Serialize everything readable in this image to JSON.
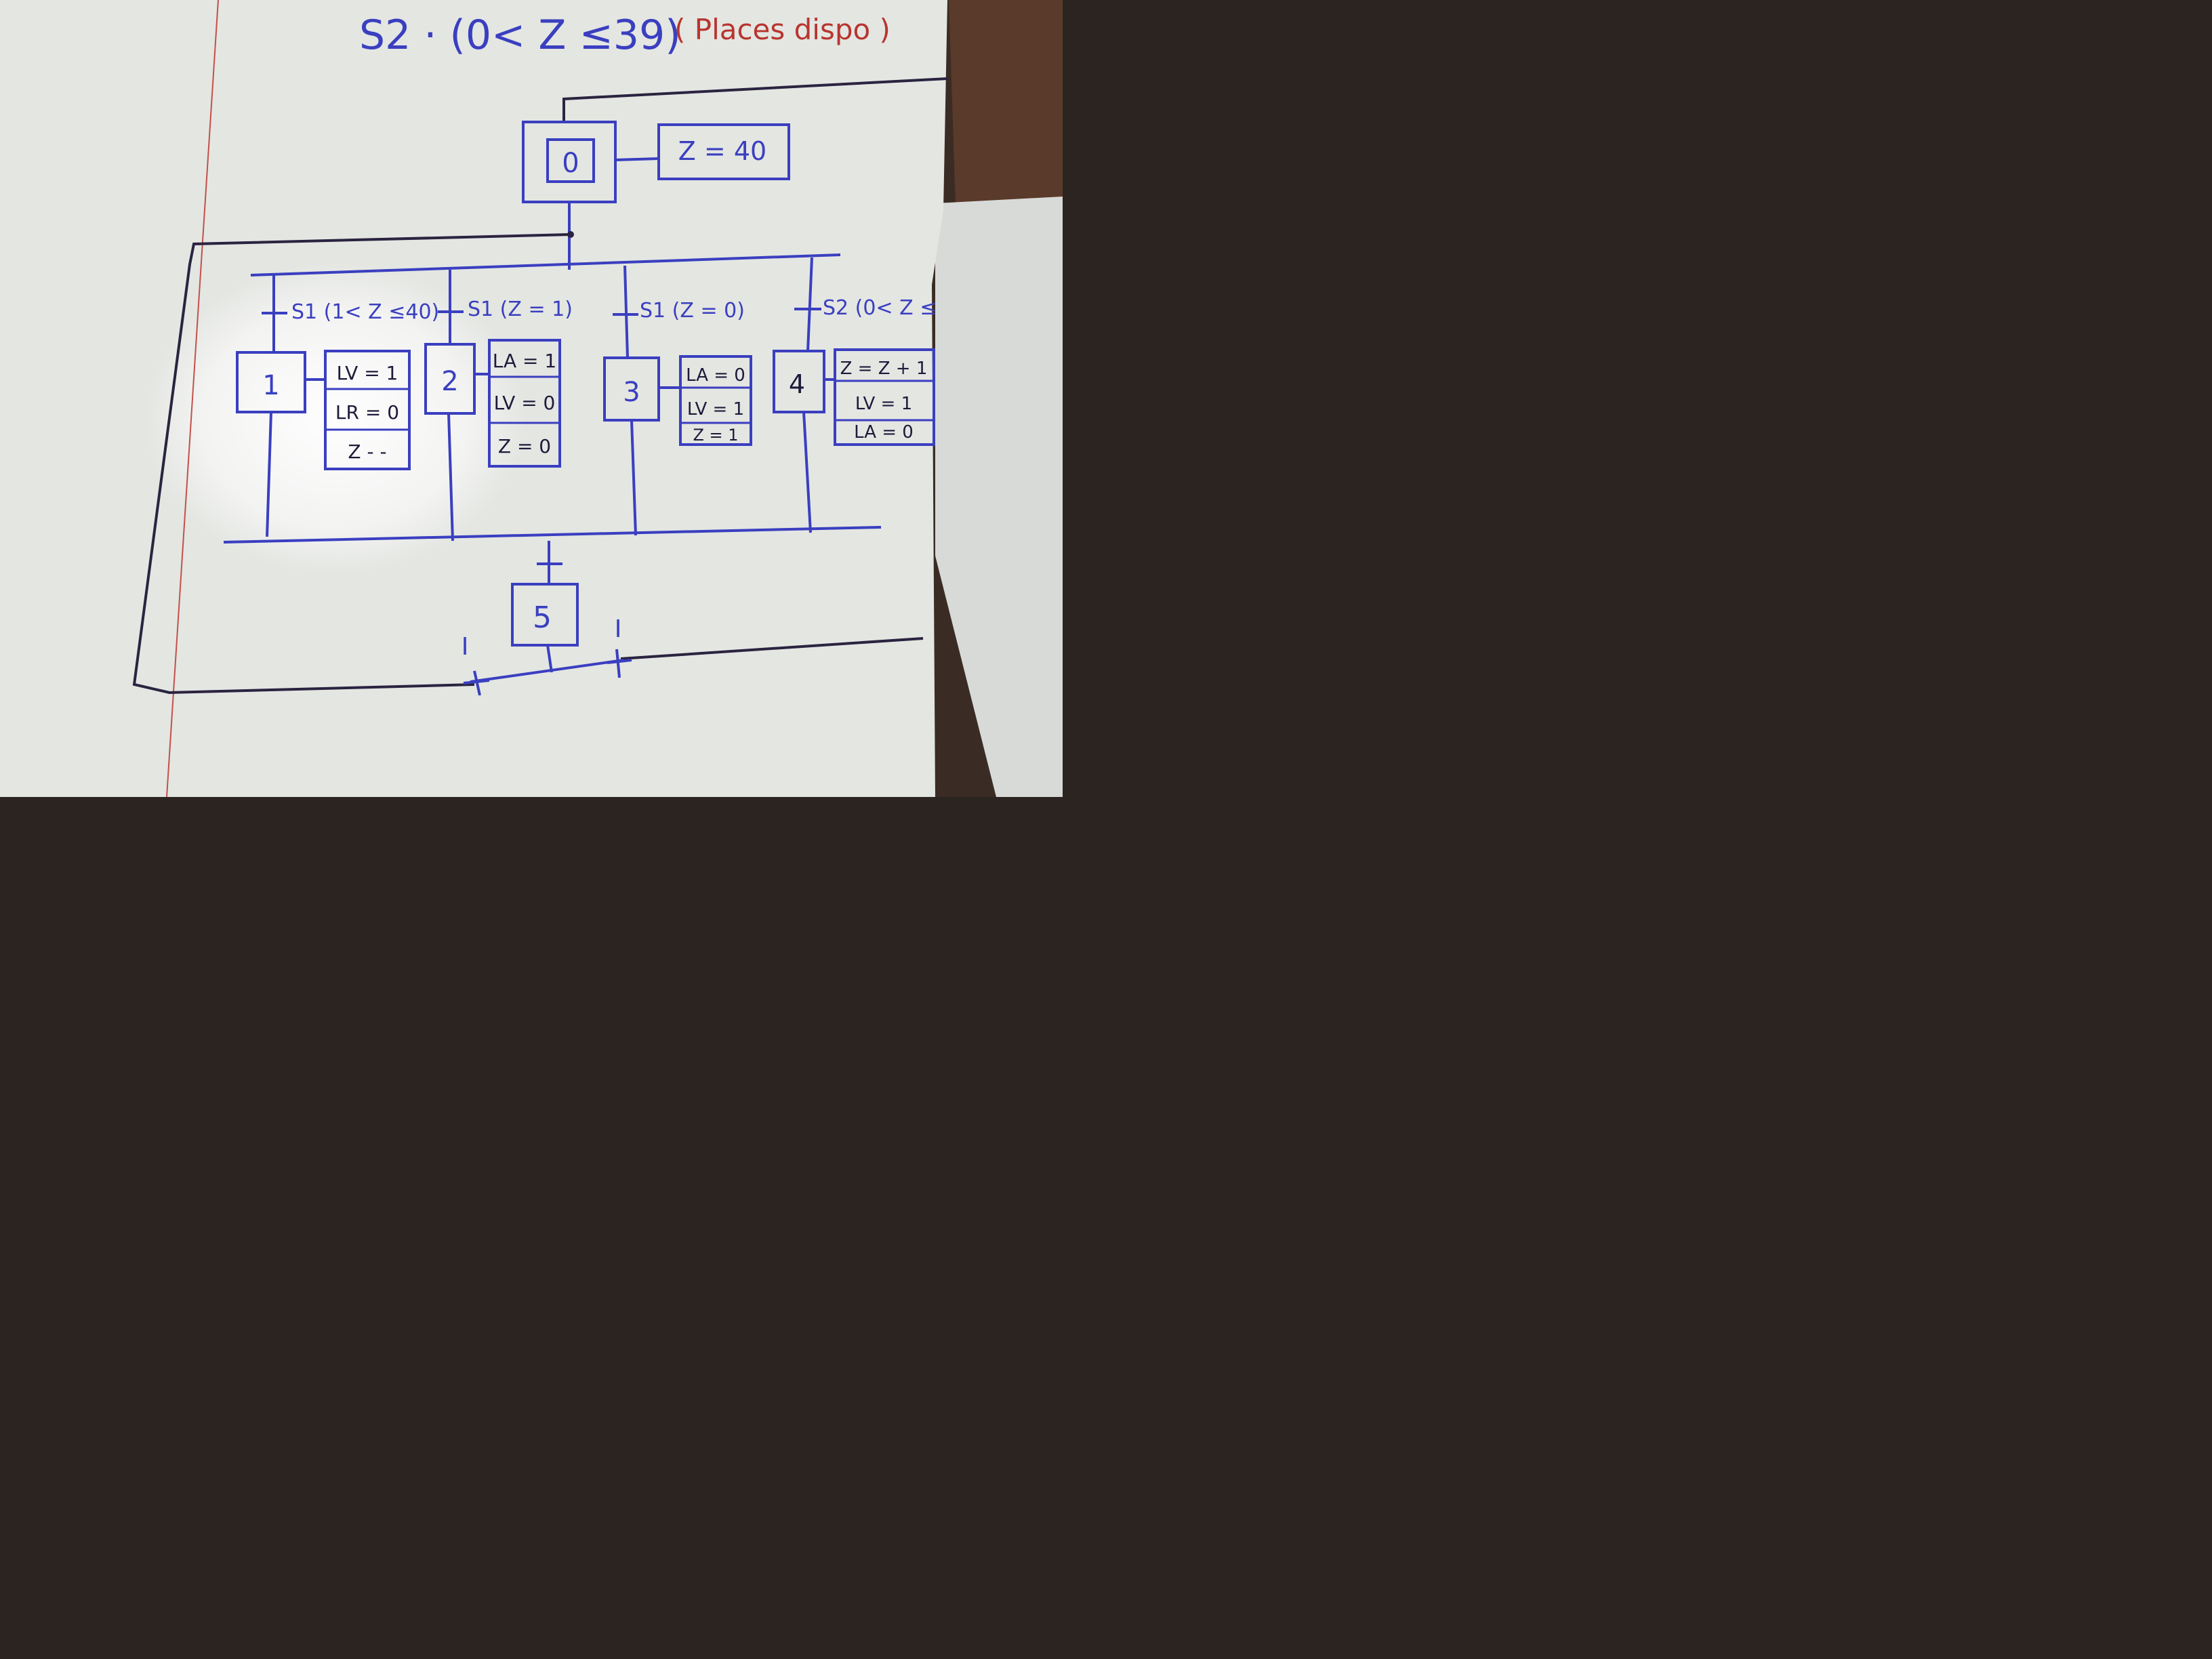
{
  "header": {
    "condition": "S2 · (0< Z ≤39)",
    "note": "( Places dispo )"
  },
  "initial_step": {
    "number": "0",
    "action": "Z = 40"
  },
  "branches": [
    {
      "transition": "S1 (1< Z ≤40)",
      "step": "1",
      "actions": [
        "LV = 1",
        "LR = 0",
        "Z - -"
      ]
    },
    {
      "transition": "S1 (Z = 1)",
      "step": "2",
      "actions": [
        "LA = 1",
        "LV = 0",
        "Z = 0"
      ]
    },
    {
      "transition": "S1 (Z = 0)",
      "step": "3",
      "actions": [
        "LA = 0",
        "LV = 1",
        "Z = 1"
      ]
    },
    {
      "transition": "S2 (0< Z ≤",
      "step": "4",
      "actions": [
        "Z = Z + 1",
        "LV = 1",
        "LA = 0"
      ]
    }
  ],
  "join": {
    "transition": "",
    "step": "5"
  },
  "bottom_transitions": [
    "I",
    "I"
  ],
  "colors": {
    "paper": "#e6e8e4",
    "ink_blue": "#3a3fc0",
    "ink_dark": "#1e1a3a",
    "margin_red": "#c4504a",
    "background": "#2c2420"
  }
}
